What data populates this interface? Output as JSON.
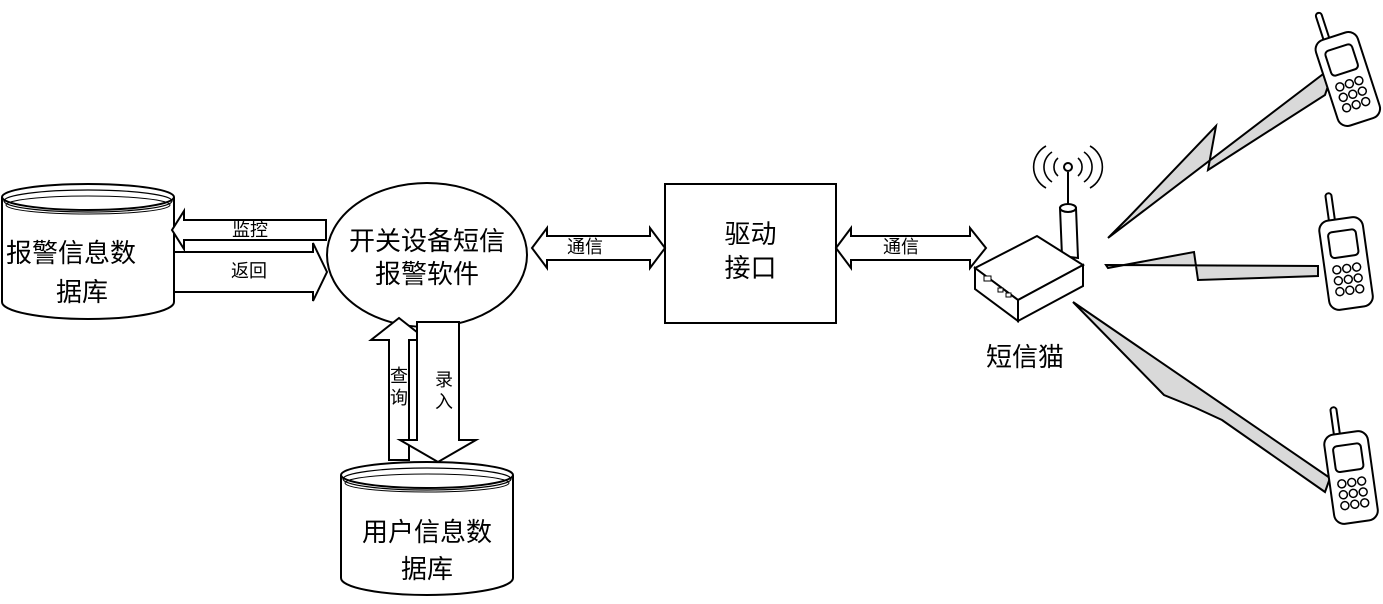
{
  "nodes": {
    "alarm_db": {
      "line1": "报警信息数",
      "line2": "据库"
    },
    "software": {
      "line1": "开关设备短信",
      "line2": "报警软件"
    },
    "driver": {
      "line1": "驱动",
      "line2": "接口"
    },
    "modem": {
      "label": "短信猫"
    },
    "user_db": {
      "line1": "用户信息数",
      "line2": "据库"
    }
  },
  "edges": {
    "monitor": "监控",
    "return": "返回",
    "comm_left": "通信",
    "comm_right": "通信",
    "query": [
      "查",
      "询"
    ],
    "input": [
      "录",
      "入"
    ]
  }
}
